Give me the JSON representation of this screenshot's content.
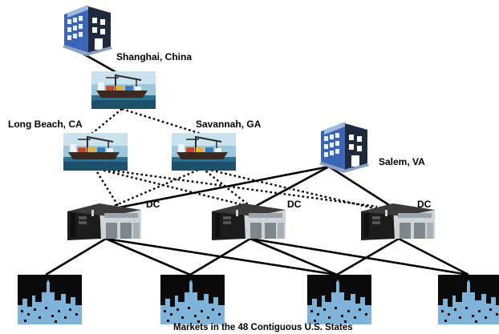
{
  "labels": {
    "shanghai": "Shanghai, China",
    "long_beach": "Long Beach, CA",
    "savannah": "Savannah, GA",
    "salem": "Salem, VA",
    "dc": "DC",
    "markets_caption": "Markets in the 48 Contiguous U.S. States"
  },
  "icons": {
    "factory": "factory-building-icon",
    "port": "cargo-port-icon",
    "distribution_center": "warehouse-icon",
    "market": "city-skyline-icon"
  },
  "colors": {
    "factory_blue": "#3a66b5",
    "port_sky": "#6fa9c8",
    "warehouse_dark": "#1c1c1c",
    "skyline_blue": "#7fb3d9"
  }
}
